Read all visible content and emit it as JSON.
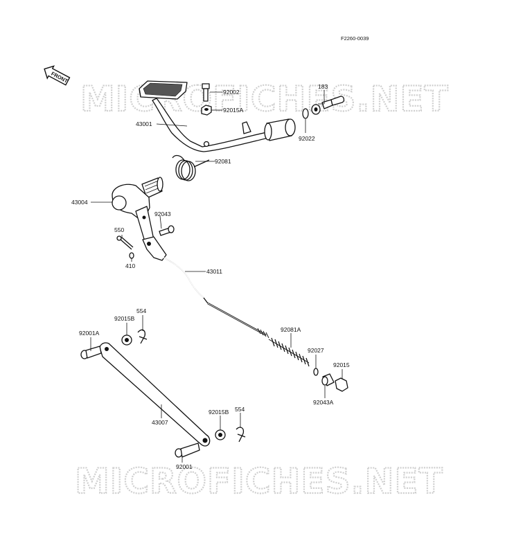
{
  "header": {
    "code": "F2260-0039",
    "front_label": "FRONT"
  },
  "watermark": {
    "text": "MICROFICHES.NET"
  },
  "parts": {
    "p92002": "92002",
    "p92015A": "92015A",
    "p183": "183",
    "p43001": "43001",
    "p92022": "92022",
    "p92081": "92081",
    "p43004": "43004",
    "p92043": "92043",
    "p550": "550",
    "p410": "410",
    "p43011": "43011",
    "p554a": "554",
    "p92015B_a": "92015B",
    "p92001A": "92001A",
    "p92081A": "92081A",
    "p92027": "92027",
    "p92015": "92015",
    "p92043A": "92043A",
    "p43007": "43007",
    "p92015B_b": "92015B",
    "p554b": "554",
    "p92001": "92001"
  }
}
